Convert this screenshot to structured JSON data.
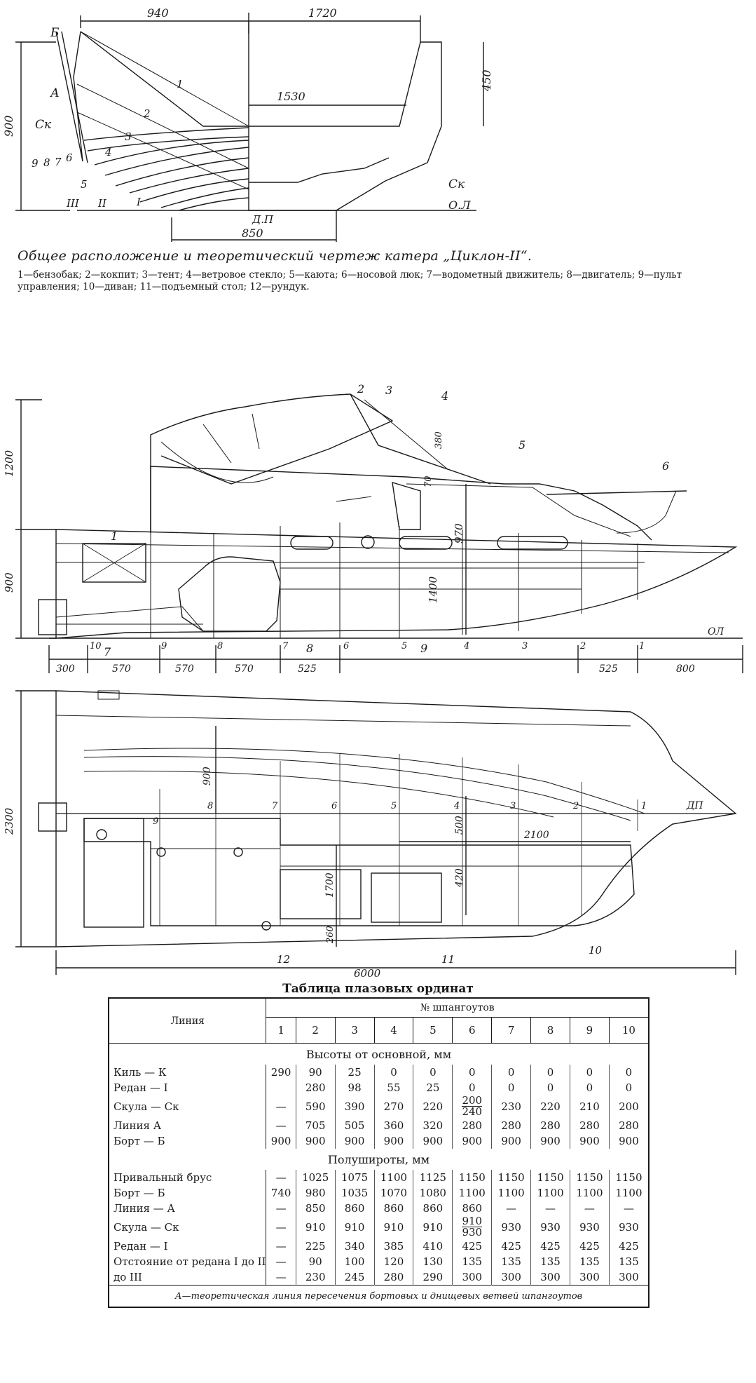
{
  "top_drawing": {
    "dims": {
      "d940": "940",
      "d1720": "1720",
      "d1530": "1530",
      "d450": "450",
      "d900": "900",
      "d850": "850"
    },
    "labels": {
      "b": "Б",
      "a": "А",
      "sk_left": "Ск",
      "sk_right": "Ск",
      "l9": "9",
      "l8": "8",
      "l7": "7",
      "l6": "6",
      "l5": "5",
      "l4": "4",
      "l3": "3",
      "l2": "2",
      "l1": "1",
      "riii": "III",
      "rii": "II",
      "ri": "I",
      "dp": "Д.П",
      "ol": "О.Л"
    }
  },
  "caption": {
    "title": "Общее расположение и теоретический чертеж катера „Циклон-II“.",
    "legend": "1—бензобак; 2—кокпит; 3—тент; 4—ветровое стекло; 5—каюта; 6—носовой люк; 7—водометный движитель; 8—двигатель; 9—пульт управления; 10—диван; 11—подъемный стол; 12—рундук."
  },
  "side_view": {
    "dims": {
      "d1200": "1200",
      "d900": "900",
      "d1400": "1400",
      "d970": "970",
      "d70": "70",
      "d380": "380",
      "d300": "300",
      "d570a": "570",
      "d570b": "570",
      "d570c": "570",
      "d525a": "525",
      "d525b": "525",
      "d800": "800"
    },
    "callouts": {
      "c1": "1",
      "c2": "2",
      "c3": "3",
      "c4": "4",
      "c5": "5",
      "c6": "6",
      "c7": "7",
      "c8": "8",
      "c9": "9"
    },
    "frames": {
      "f10": "10",
      "f9": "9",
      "f8": "8",
      "f7": "7",
      "f6": "6",
      "f5": "5",
      "f4": "4",
      "f3": "3",
      "f2": "2",
      "f1": "1"
    },
    "ol": "ОЛ"
  },
  "plan_view": {
    "dims": {
      "d2300": "2300",
      "d900": "900",
      "d500": "500",
      "d2100": "2100",
      "d420": "420",
      "d1700": "1700",
      "d260": "260",
      "d6000": "6000"
    },
    "frames": {
      "f9": "9",
      "f8": "8",
      "f7": "7",
      "f6": "6",
      "f5": "5",
      "f4": "4",
      "f3": "3",
      "f2": "2",
      "f1": "1"
    },
    "callouts": {
      "c10": "10",
      "c11": "11",
      "c12": "12"
    },
    "dp": "ДП"
  },
  "table": {
    "title": "Таблица плазовых ординат",
    "line_header": "Линия",
    "frames_header": "№ шпангоутов",
    "frame_numbers": [
      "1",
      "2",
      "3",
      "4",
      "5",
      "6",
      "7",
      "8",
      "9",
      "10"
    ],
    "sections": [
      {
        "title": "Высоты от основной, мм",
        "rows": [
          {
            "label": "Киль — К",
            "values": [
              "290",
              "90",
              "25",
              "0",
              "0",
              "0",
              "0",
              "0",
              "0",
              "0"
            ]
          },
          {
            "label": "Редан — I",
            "values": [
              "",
              "280",
              "98",
              "55",
              "25",
              "0",
              "0",
              "0",
              "0",
              "0"
            ]
          },
          {
            "label": "Скула — Ск",
            "values": [
              "—",
              "590",
              "390",
              "270",
              "220",
              "200/240",
              "230",
              "220",
              "210",
              "200"
            ]
          },
          {
            "label": "Линия А",
            "values": [
              "—",
              "705",
              "505",
              "360",
              "320",
              "280",
              "280",
              "280",
              "280",
              "280"
            ]
          },
          {
            "label": "Борт — Б",
            "values": [
              "900",
              "900",
              "900",
              "900",
              "900",
              "900",
              "900",
              "900",
              "900",
              "900"
            ]
          }
        ]
      },
      {
        "title": "Полушироты, мм",
        "rows": [
          {
            "label": "Привальный брус",
            "values": [
              "—",
              "1025",
              "1075",
              "1100",
              "1125",
              "1150",
              "1150",
              "1150",
              "1150",
              "1150"
            ]
          },
          {
            "label": "Борт — Б",
            "values": [
              "740",
              "980",
              "1035",
              "1070",
              "1080",
              "1100",
              "1100",
              "1100",
              "1100",
              "1100"
            ]
          },
          {
            "label": "Линия — А",
            "values": [
              "—",
              "850",
              "860",
              "860",
              "860",
              "860",
              "—",
              "—",
              "—",
              "—"
            ]
          },
          {
            "label": "Скула — Ск",
            "values": [
              "—",
              "910",
              "910",
              "910",
              "910",
              "910/930",
              "930",
              "930",
              "930",
              "930"
            ]
          },
          {
            "label": "Редан — I",
            "values": [
              "—",
              "225",
              "340",
              "385",
              "410",
              "425",
              "425",
              "425",
              "425",
              "425"
            ]
          },
          {
            "label": "Отстояние от редана I до II",
            "values": [
              "—",
              "90",
              "100",
              "120",
              "130",
              "135",
              "135",
              "135",
              "135",
              "135"
            ]
          },
          {
            "label": "до III",
            "values": [
              "—",
              "230",
              "245",
              "280",
              "290",
              "300",
              "300",
              "300",
              "300",
              "300"
            ]
          }
        ]
      }
    ],
    "footnote": "А—теоретическая линия пересечения бортовых и днищевых ветвей шпангоутов"
  }
}
